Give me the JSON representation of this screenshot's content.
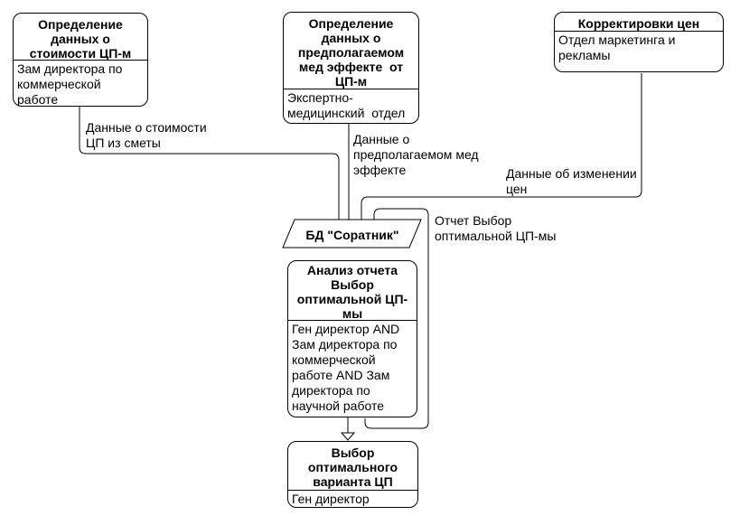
{
  "diagram": {
    "nodes": {
      "cost": {
        "title": "Определение\nданных о\nстоимости ЦП-м",
        "performer": "Зам директора по\nкоммерческой\nработе"
      },
      "medeffect": {
        "title": "Определение\nданных о\nпредполагаемом\nмед эффекте  от\nЦП-м",
        "performer": "Экспертно-\nмедицинский  отдел"
      },
      "pricecorr": {
        "title": "Корректировки цен",
        "performer": "Отдел маркетинга и\nрекламы"
      },
      "db": {
        "title": "БД \"Соратник\""
      },
      "analysis": {
        "title": "Анализ отчета\nВыбор\nоптимальной ЦП-\nмы",
        "performer": "Ген директор AND\nЗам директора по\nкоммерческой\nработе AND Зам\nдиректора по\nнаучной работе"
      },
      "choice": {
        "title": "Выбор\nоптимального\nварианта ЦП",
        "performer": "Ген директор"
      }
    },
    "edge_labels": {
      "cost_data": "Данные о стоимости\nЦП из сметы",
      "medeffect_data": "Данные о\nпредполагаемом мед\nэффекте",
      "price_change_data": "Данные об изменении\nцен",
      "report": "Отчет Выбор\nоптимальной ЦП-мы"
    },
    "colors": {
      "line": "#000000",
      "background": "#ffffff",
      "node_fill": "#ffffff"
    }
  }
}
